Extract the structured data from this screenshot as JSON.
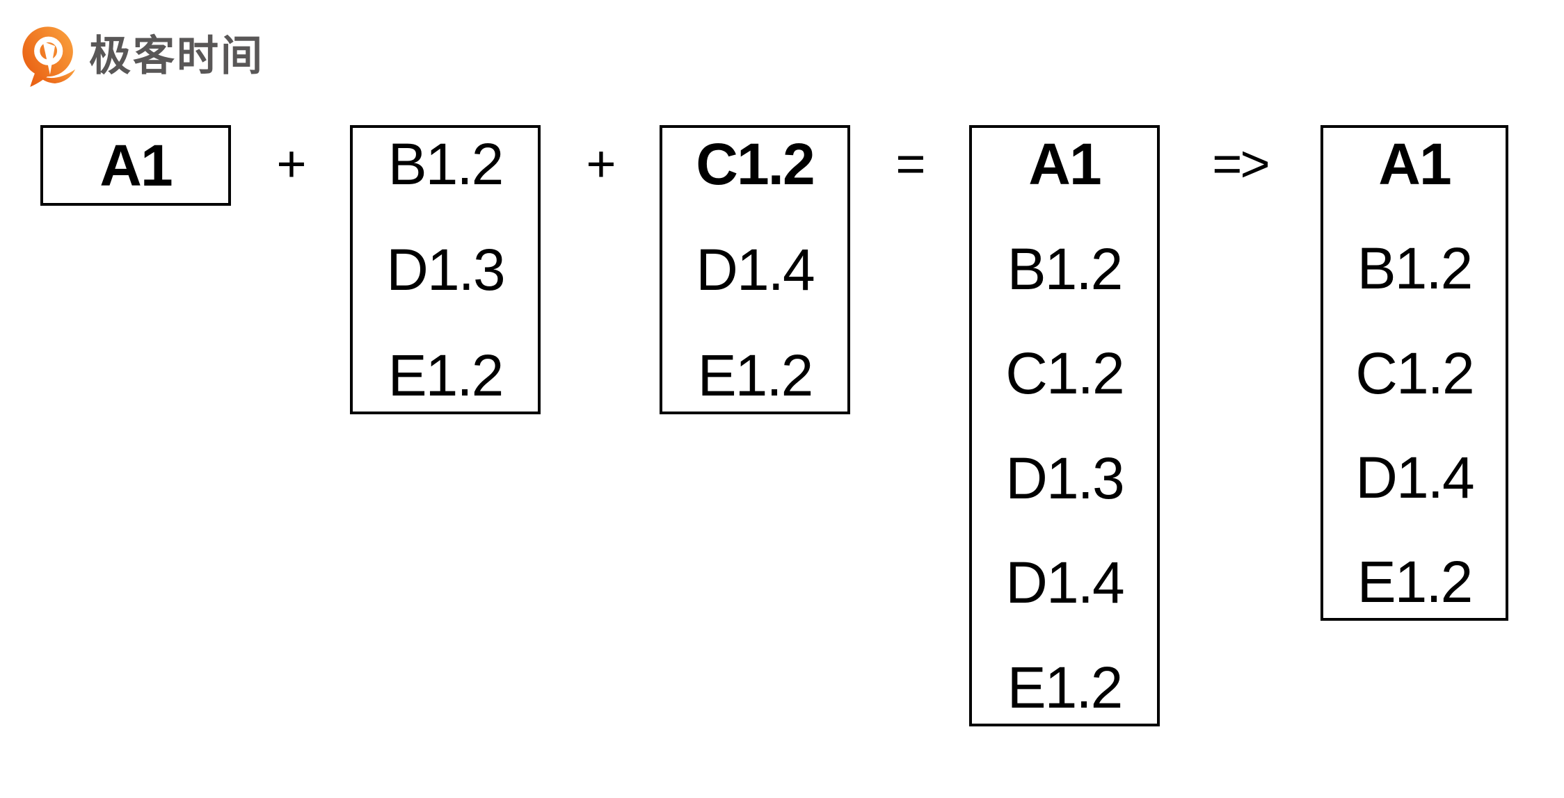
{
  "logo": {
    "brand_text": "极客时间",
    "brand_color": "#595757",
    "icon_orange_dark": "#E85C10",
    "icon_orange_light": "#F99E3C"
  },
  "operators": {
    "plus": "+",
    "equals": "=",
    "arrow": "=>"
  },
  "boxes": [
    {
      "name": "module-a",
      "rows": [
        "A1"
      ]
    },
    {
      "name": "module-b-dependencies",
      "rows": [
        "B1.2",
        "D1.3",
        "E1.2"
      ]
    },
    {
      "name": "module-c-dependencies",
      "rows": [
        "C1.2",
        "D1.4",
        "E1.2"
      ]
    },
    {
      "name": "merged-dependencies",
      "rows": [
        "A1",
        "B1.2",
        "C1.2",
        "D1.3",
        "D1.4",
        "E1.2"
      ]
    },
    {
      "name": "resolved-dependencies",
      "rows": [
        "A1",
        "B1.2",
        "C1.2",
        "D1.4",
        "E1.2"
      ]
    }
  ]
}
